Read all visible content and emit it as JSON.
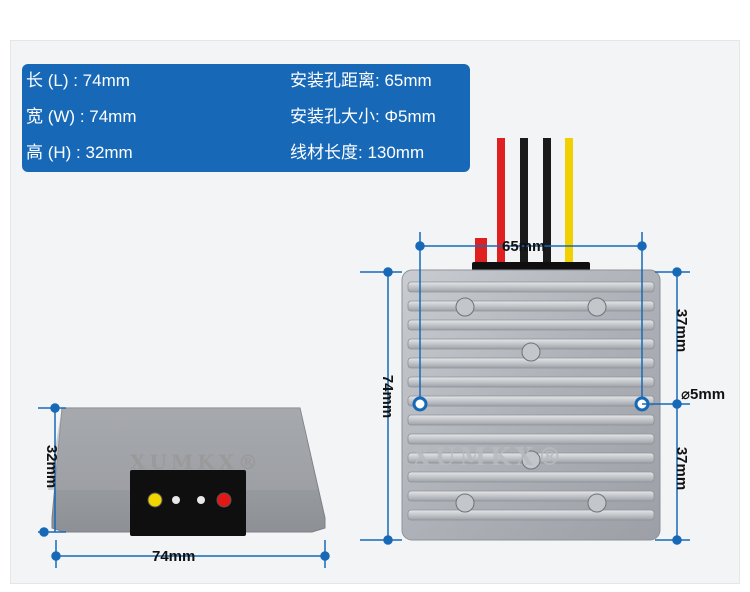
{
  "specs": {
    "length": "长 (L) : 74mm",
    "width": "宽 (W) : 74mm",
    "height": "高 (H) : 32mm",
    "hole_distance": "安装孔距离: 65mm",
    "hole_size": "安装孔大小: Φ5mm",
    "wire_length": "线材长度: 130mm"
  },
  "front_view": {
    "height_dim": "32mm",
    "width_dim": "74mm",
    "brand": "XUMKX®"
  },
  "top_view": {
    "hole_spacing_dim": "65mm",
    "side_dim": "74mm",
    "upper_half_dim": "37mm",
    "lower_half_dim": "37mm",
    "hole_dim": "⌀5mm",
    "brand": "XUMKX®"
  },
  "colors": {
    "spec_box": "#1769b8",
    "dimension_line": "#1769b8",
    "wire_red": "#e02020",
    "wire_black": "#1a1a1a",
    "wire_yellow": "#f0d000"
  }
}
